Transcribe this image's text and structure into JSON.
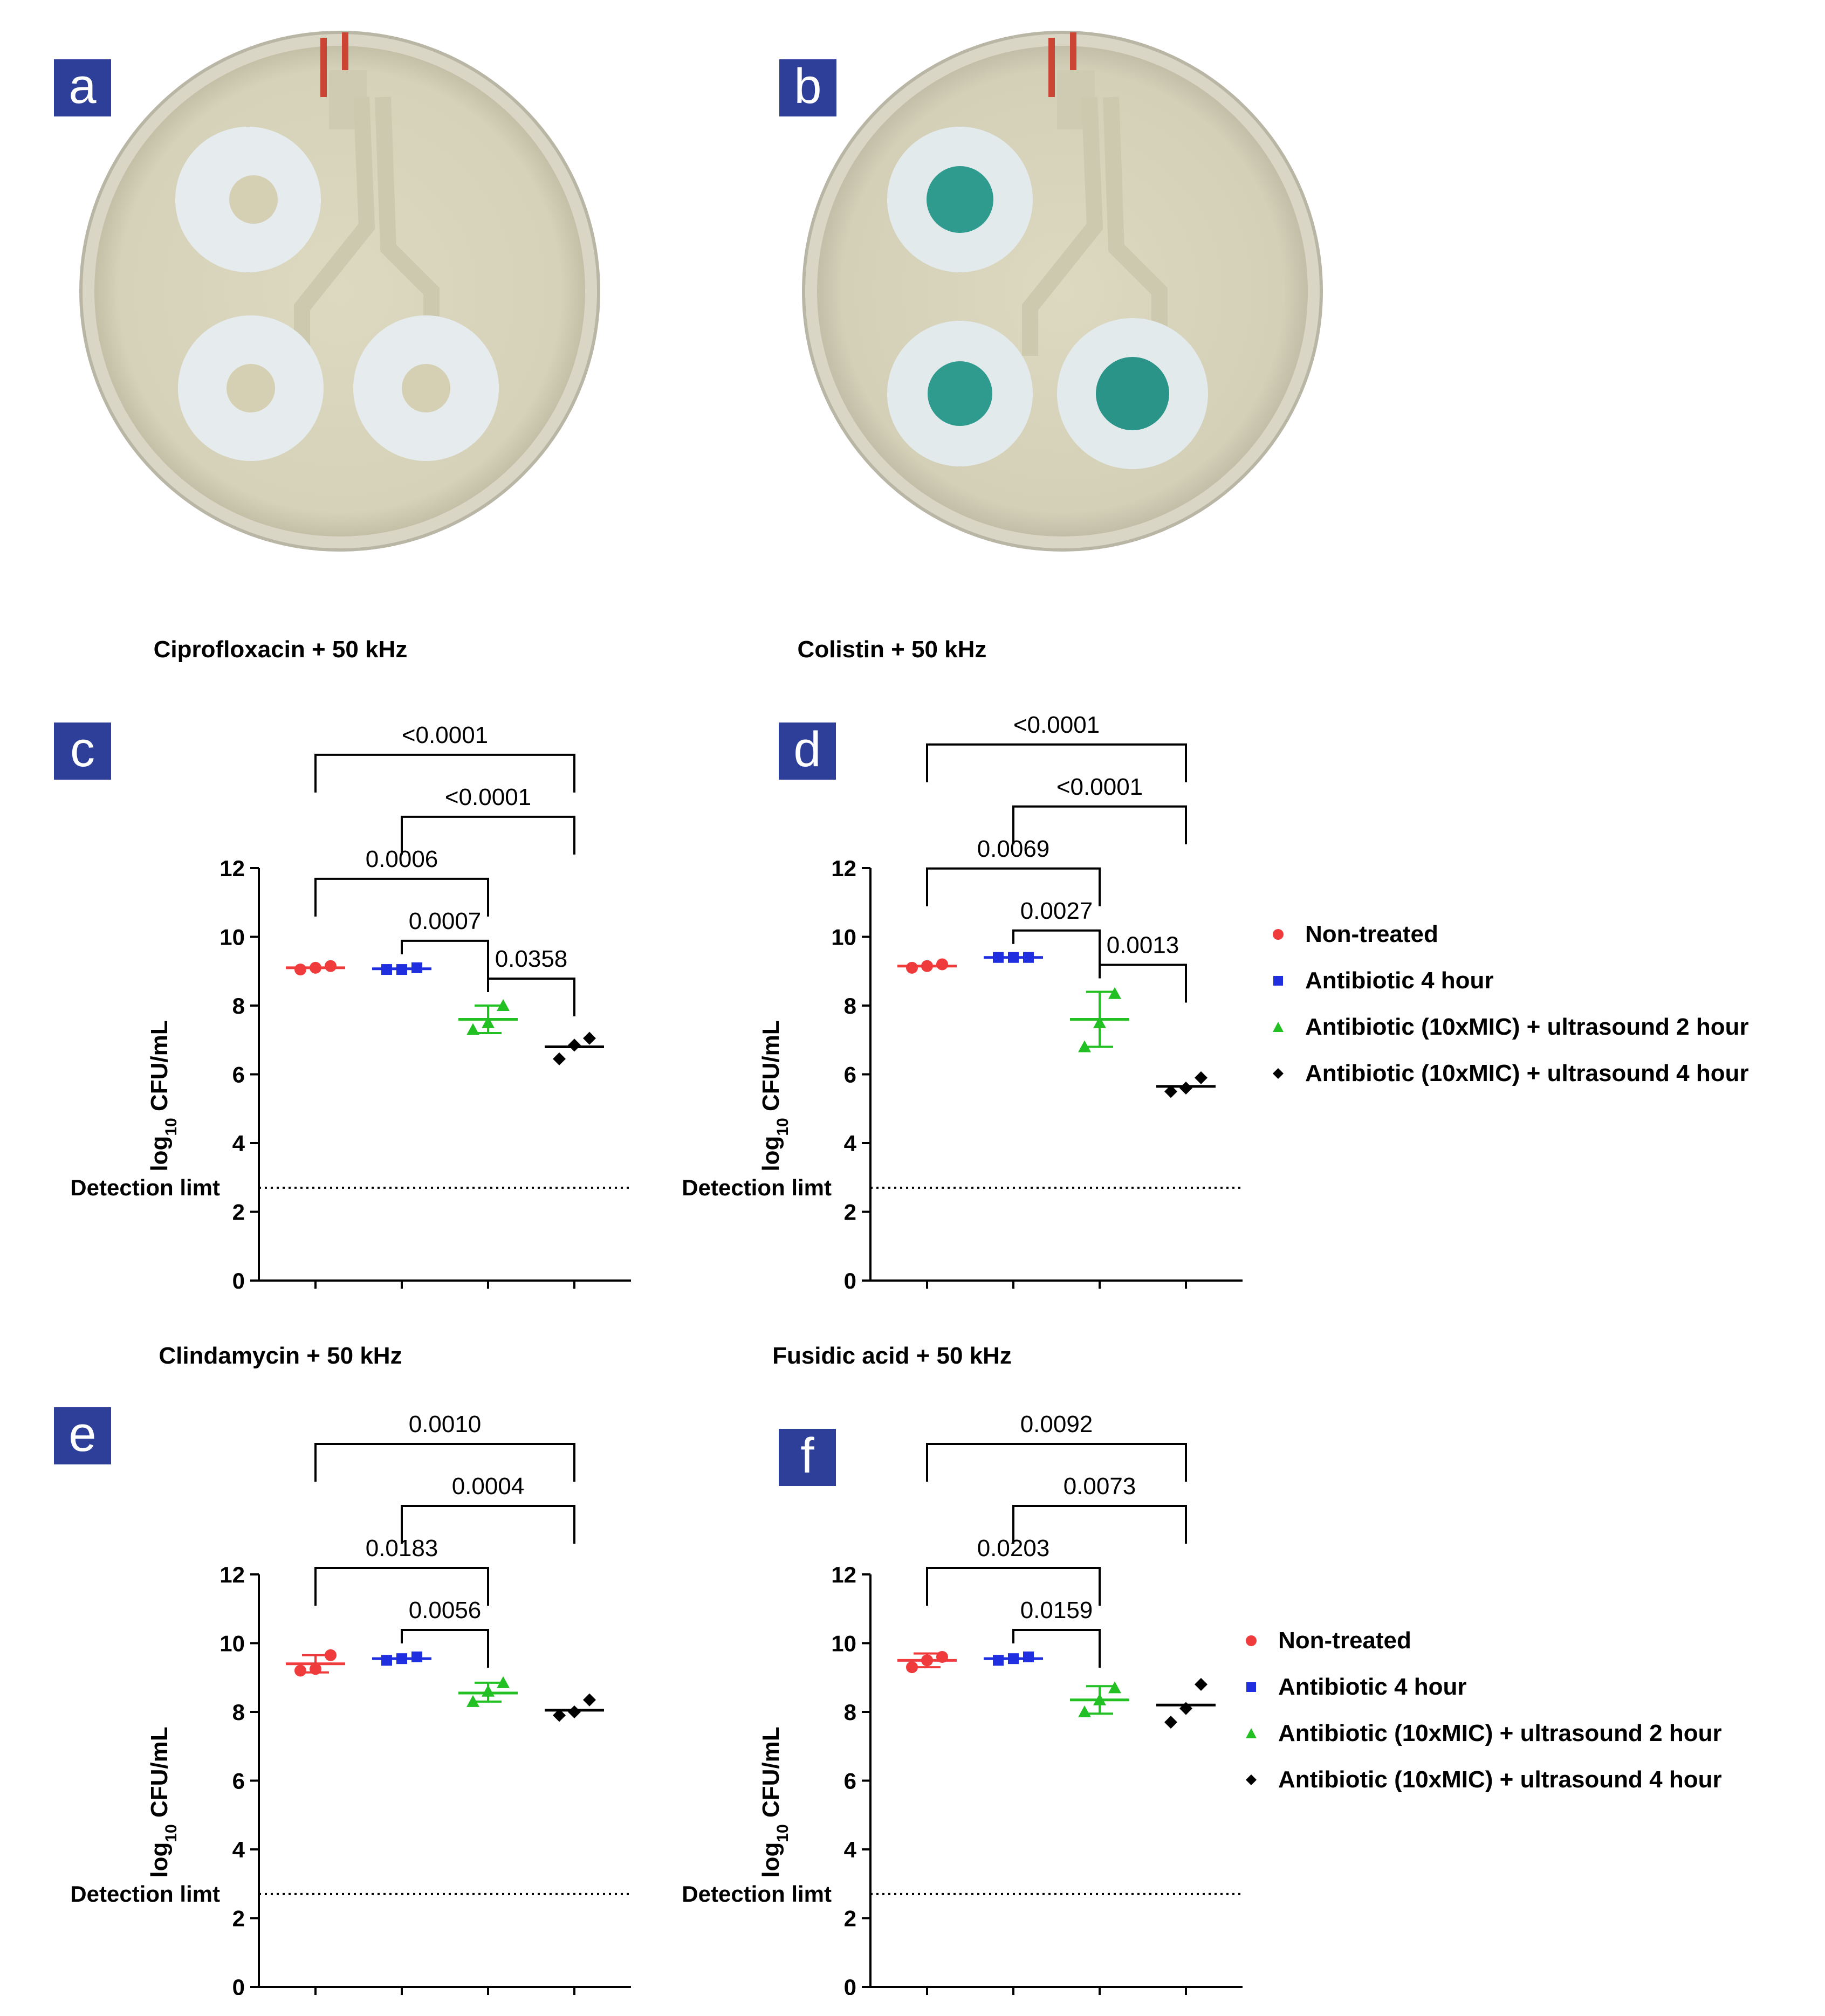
{
  "photos": [
    {
      "letter": "a",
      "state": "uncoloured agar with three white discs on printed electrode"
    },
    {
      "letter": "b",
      "state": "agar with three discs showing teal stained centres"
    }
  ],
  "colors": {
    "non_treated": "#ef3b3b",
    "antibiotic_4h": "#1f2fe0",
    "us_2h": "#22c022",
    "us_4h": "#000000",
    "panel_label_bg": "#2e3f9a"
  },
  "legend": {
    "items": [
      {
        "label": "Non-treated",
        "marker": "circle",
        "color": "#ef3b3b"
      },
      {
        "label": "Antibiotic 4 hour",
        "marker": "square",
        "color": "#1f2fe0"
      },
      {
        "label": "Antibiotic (10xMIC) + ultrasound 2 hour",
        "marker": "triangle",
        "color": "#22c022"
      },
      {
        "label": "Antibiotic (10xMIC) + ultrasound 4 hour",
        "marker": "diamond",
        "color": "#000000"
      }
    ]
  },
  "chart_data": [
    {
      "letter": "c",
      "type": "scatter",
      "title": "Ciprofloxacin + 50 kHz",
      "ylabel": "log10 CFU/mL",
      "ylim": [
        0,
        12
      ],
      "yticks": [
        "0",
        "2",
        "4",
        "6",
        "8",
        "10",
        "12"
      ],
      "detection_limit": {
        "label": "Detection limt",
        "value": 2.7
      },
      "groups": [
        {
          "name": "Non-treated",
          "values": [
            9.05,
            9.1,
            9.15
          ],
          "mean": 9.1
        },
        {
          "name": "Antibiotic 4 hour",
          "values": [
            9.05,
            9.05,
            9.1
          ],
          "mean": 9.07
        },
        {
          "name": "Antibiotic (10xMIC) + ultrasound 2 hour",
          "values": [
            7.3,
            7.5,
            8.0
          ],
          "mean": 7.6,
          "err": [
            7.2,
            8.0
          ]
        },
        {
          "name": "Antibiotic (10xMIC) + ultrasound 4 hour",
          "values": [
            6.45,
            6.85,
            7.05
          ],
          "mean": 6.8
        }
      ],
      "comparisons": [
        {
          "from": 0,
          "to": 3,
          "p": "<0.0001"
        },
        {
          "from": 1,
          "to": 3,
          "p": "<0.0001"
        },
        {
          "from": 0,
          "to": 2,
          "p": "0.0006"
        },
        {
          "from": 2,
          "to": 3,
          "p": "0.0358"
        },
        {
          "from": 1,
          "to": 2,
          "p": "0.0007"
        }
      ]
    },
    {
      "letter": "d",
      "type": "scatter",
      "title": "Colistin + 50 kHz",
      "ylabel": "log10 CFU/mL",
      "ylim": [
        0,
        12
      ],
      "yticks": [
        "0",
        "2",
        "4",
        "6",
        "8",
        "10",
        "12"
      ],
      "detection_limit": {
        "label": "Detection limt",
        "value": 2.7
      },
      "groups": [
        {
          "name": "Non-treated",
          "values": [
            9.1,
            9.15,
            9.2
          ],
          "mean": 9.15
        },
        {
          "name": "Antibiotic 4 hour",
          "values": [
            9.4,
            9.4,
            9.4
          ],
          "mean": 9.4
        },
        {
          "name": "Antibiotic (10xMIC) + ultrasound 2 hour",
          "values": [
            6.8,
            7.5,
            8.35
          ],
          "mean": 7.6,
          "err": [
            6.8,
            8.4
          ]
        },
        {
          "name": "Antibiotic (10xMIC) + ultrasound 4 hour",
          "values": [
            5.5,
            5.6,
            5.9
          ],
          "mean": 5.65
        }
      ],
      "comparisons": [
        {
          "from": 0,
          "to": 3,
          "p": "<0.0001"
        },
        {
          "from": 1,
          "to": 3,
          "p": "<0.0001"
        },
        {
          "from": 0,
          "to": 2,
          "p": "0.0069"
        },
        {
          "from": 2,
          "to": 3,
          "p": "0.0013"
        },
        {
          "from": 1,
          "to": 2,
          "p": "0.0027"
        }
      ]
    },
    {
      "letter": "e",
      "type": "scatter",
      "title": "Clindamycin + 50 kHz",
      "ylabel": "log10 CFU/mL",
      "ylim": [
        0,
        12
      ],
      "yticks": [
        "0",
        "2",
        "4",
        "6",
        "8",
        "10",
        "12"
      ],
      "detection_limit": {
        "label": "Detection limt",
        "value": 2.7
      },
      "groups": [
        {
          "name": "Non-treated",
          "values": [
            9.2,
            9.25,
            9.65
          ],
          "mean": 9.4,
          "err": [
            9.15,
            9.65
          ]
        },
        {
          "name": "Antibiotic 4 hour",
          "values": [
            9.5,
            9.55,
            9.6
          ],
          "mean": 9.55
        },
        {
          "name": "Antibiotic (10xMIC) + ultrasound 2 hour",
          "values": [
            8.3,
            8.6,
            8.85
          ],
          "mean": 8.55,
          "err": [
            8.3,
            8.85
          ]
        },
        {
          "name": "Antibiotic (10xMIC) + ultrasound 4 hour",
          "values": [
            7.9,
            8.0,
            8.35
          ],
          "mean": 8.05
        }
      ],
      "comparisons": [
        {
          "from": 0,
          "to": 3,
          "p": "0.0010"
        },
        {
          "from": 1,
          "to": 3,
          "p": "0.0004"
        },
        {
          "from": 0,
          "to": 2,
          "p": "0.0183"
        },
        {
          "from": 1,
          "to": 2,
          "p": "0.0056"
        }
      ]
    },
    {
      "letter": "f",
      "type": "scatter",
      "title": "Fusidic acid + 50 kHz",
      "ylabel": "log10 CFU/mL",
      "ylim": [
        0,
        12
      ],
      "yticks": [
        "0",
        "2",
        "4",
        "6",
        "8",
        "10",
        "12"
      ],
      "detection_limit": {
        "label": "Detection limt",
        "value": 2.7
      },
      "groups": [
        {
          "name": "Non-treated",
          "values": [
            9.3,
            9.5,
            9.6
          ],
          "mean": 9.5,
          "err": [
            9.3,
            9.7
          ]
        },
        {
          "name": "Antibiotic 4 hour",
          "values": [
            9.5,
            9.55,
            9.6
          ],
          "mean": 9.55
        },
        {
          "name": "Antibiotic (10xMIC) + ultrasound 2 hour",
          "values": [
            8.0,
            8.35,
            8.7
          ],
          "mean": 8.35,
          "err": [
            7.95,
            8.75
          ]
        },
        {
          "name": "Antibiotic (10xMIC) + ultrasound 4 hour",
          "values": [
            7.7,
            8.1,
            8.8
          ],
          "mean": 8.2
        }
      ],
      "comparisons": [
        {
          "from": 0,
          "to": 3,
          "p": "0.0092"
        },
        {
          "from": 1,
          "to": 3,
          "p": "0.0073"
        },
        {
          "from": 0,
          "to": 2,
          "p": "0.0203"
        },
        {
          "from": 1,
          "to": 2,
          "p": "0.0159"
        }
      ]
    }
  ]
}
